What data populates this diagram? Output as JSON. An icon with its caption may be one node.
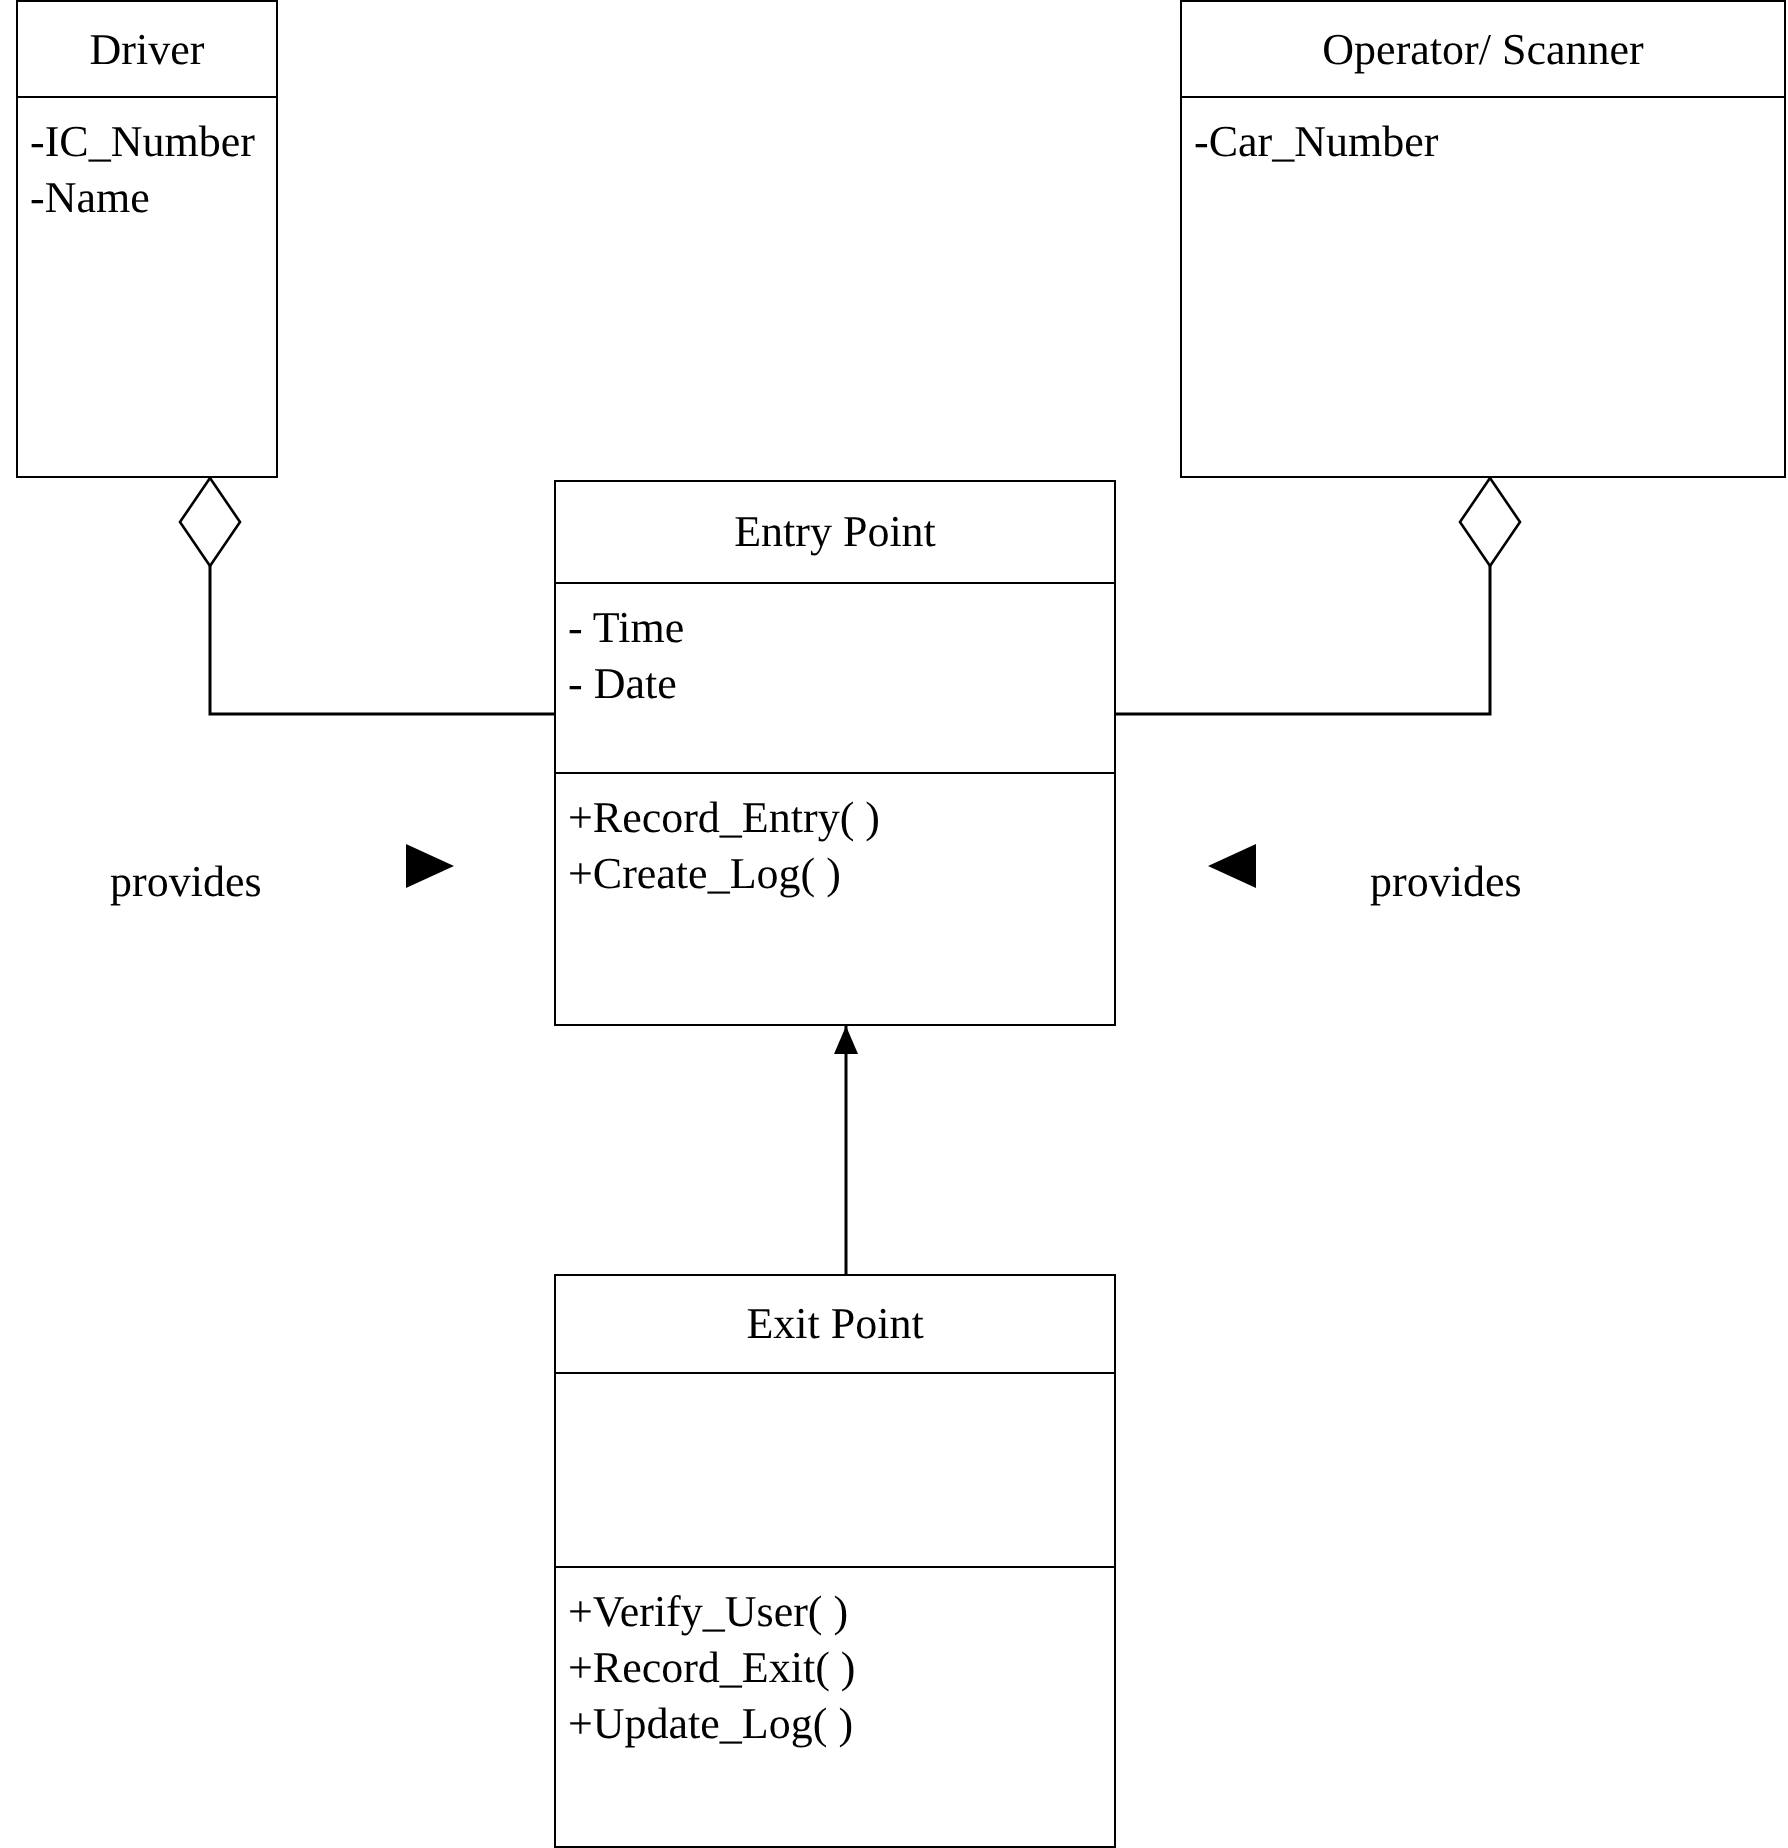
{
  "diagram": {
    "nodes": [
      {
        "text": [
          "Driver",
          "-IC_Number -Name"
        ]
      },
      {
        "text": [
          "Operator/ Scanner",
          "-Car_Number"
        ]
      },
      {
        "text": [
          "Entry Point",
          "- Time - Date",
          "+Record_Entry( ) +Create_Log( )"
        ]
      },
      {
        "text": [
          "Exit Point",
          "+Verify_User( ) +Record_Exit( ) +Update_Log( )"
        ]
      }
    ],
    "edges": [
      {
        "from": 0,
        "to": 2,
        "arrow": "other",
        "label": "provides"
      },
      {
        "from": 1,
        "to": 2,
        "arrow": "other",
        "label": "provides"
      },
      {
        "from": 3,
        "to": 2,
        "arrow": "to"
      }
    ]
  }
}
